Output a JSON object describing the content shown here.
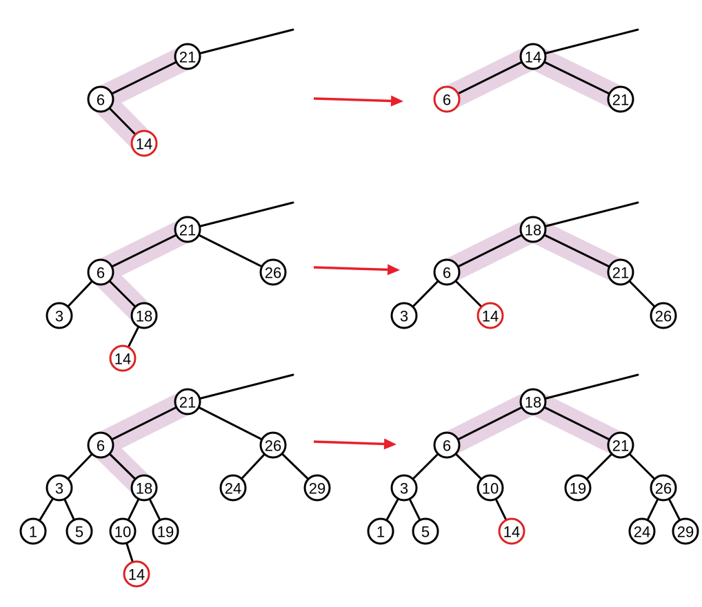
{
  "colors": {
    "edge": "#000000",
    "highlight": "#e7d2e3",
    "inserted_outline": "#dd2222",
    "arrow": "#e8202a"
  },
  "panels": [
    {
      "id": "row1-before",
      "nodes": [
        {
          "label": "21"
        },
        {
          "label": "6"
        },
        {
          "label": "14",
          "inserted": true
        }
      ]
    },
    {
      "id": "row1-after",
      "nodes": [
        {
          "label": "14"
        },
        {
          "label": "6",
          "inserted": true
        },
        {
          "label": "21"
        }
      ]
    },
    {
      "id": "row2-before",
      "nodes": [
        {
          "label": "21"
        },
        {
          "label": "6"
        },
        {
          "label": "26"
        },
        {
          "label": "3"
        },
        {
          "label": "18"
        },
        {
          "label": "14",
          "inserted": true
        }
      ]
    },
    {
      "id": "row2-after",
      "nodes": [
        {
          "label": "18"
        },
        {
          "label": "6"
        },
        {
          "label": "21"
        },
        {
          "label": "3"
        },
        {
          "label": "14",
          "inserted": true
        },
        {
          "label": "26"
        }
      ]
    },
    {
      "id": "row3-before",
      "nodes": [
        {
          "label": "21"
        },
        {
          "label": "6"
        },
        {
          "label": "26"
        },
        {
          "label": "3"
        },
        {
          "label": "18"
        },
        {
          "label": "24"
        },
        {
          "label": "29"
        },
        {
          "label": "1"
        },
        {
          "label": "5"
        },
        {
          "label": "10"
        },
        {
          "label": "19"
        },
        {
          "label": "14",
          "inserted": true
        }
      ]
    },
    {
      "id": "row3-after",
      "nodes": [
        {
          "label": "18"
        },
        {
          "label": "6"
        },
        {
          "label": "21"
        },
        {
          "label": "3"
        },
        {
          "label": "10"
        },
        {
          "label": "19"
        },
        {
          "label": "26"
        },
        {
          "label": "1"
        },
        {
          "label": "5"
        },
        {
          "label": "14",
          "inserted": true
        },
        {
          "label": "24"
        },
        {
          "label": "29"
        }
      ]
    }
  ]
}
